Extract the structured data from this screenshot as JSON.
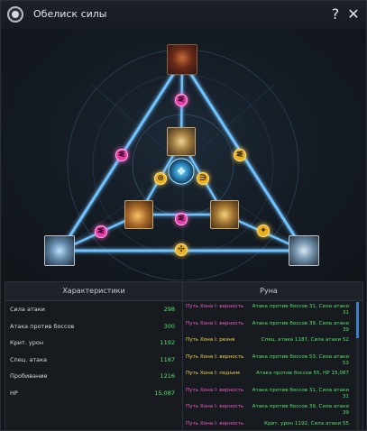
{
  "window": {
    "title": "Обелиск силы",
    "help_label": "?",
    "close_label": "✕"
  },
  "nodes": [
    {
      "name": "rune-node-left-edge-upper",
      "color": "pink",
      "glyph": "ᓬ"
    },
    {
      "name": "rune-node-left-edge-mid",
      "color": "pink",
      "glyph": "ᓬ"
    },
    {
      "name": "rune-node-left-edge-lower",
      "color": "pink",
      "glyph": "ᓬ"
    },
    {
      "name": "rune-node-inner-top",
      "color": "pink",
      "glyph": "ᓬ"
    },
    {
      "name": "rune-node-inner-left",
      "color": "gold",
      "glyph": "⊛"
    },
    {
      "name": "rune-node-inner-right",
      "color": "gold",
      "glyph": "∋"
    },
    {
      "name": "rune-node-inner-bottom",
      "color": "pink",
      "glyph": "ᓬ"
    },
    {
      "name": "rune-node-right-edge-upper",
      "color": "gold",
      "glyph": "ᓬ"
    },
    {
      "name": "rune-node-right-edge-lower",
      "color": "gold",
      "glyph": "✦"
    },
    {
      "name": "rune-node-bottom-edge",
      "color": "gold",
      "glyph": "✣"
    }
  ],
  "table": {
    "stats_header": "Характеристики",
    "runes_header": "Руна",
    "stats": [
      {
        "name": "Сила атаки",
        "value": "298"
      },
      {
        "name": "Атака против боссов",
        "value": "300"
      },
      {
        "name": "Крит. урон",
        "value": "1192"
      },
      {
        "name": "Спец. атака",
        "value": "1187"
      },
      {
        "name": "Пробивание",
        "value": "1216"
      },
      {
        "name": "HP",
        "value": "15,087"
      }
    ],
    "runes": [
      {
        "name": "Путь Хона I: верность",
        "color": "pink",
        "effect": "Атака против боссов 31, Сила атаки 31"
      },
      {
        "name": "Путь Хона I: верность",
        "color": "pink",
        "effect": "Атака против боссов 39, Сила атаки 39"
      },
      {
        "name": "Путь Хона I: резня",
        "color": "yellow",
        "effect": "Спец. атака 1187, Сила атаки 52"
      },
      {
        "name": "Путь Хона I: верность",
        "color": "yellow",
        "effect": "Атака против боссов 53, Сила атаки 53"
      },
      {
        "name": "Путь Хона I: подъем",
        "color": "yellow",
        "effect": "Атака против боссов 55, HP 15,087"
      },
      {
        "name": "Путь Хона I: верность",
        "color": "pink",
        "effect": "Атака против боссов 31, Сила атаки 31"
      },
      {
        "name": "Путь Хона I: верность",
        "color": "pink",
        "effect": "Атака против боссов 39, Сила атаки 39"
      },
      {
        "name": "Путь Хона I: верность",
        "color": "pink",
        "effect": "Крит. урон 1192, Сила атаки 55"
      }
    ]
  },
  "colors": {
    "accent_green": "#55e06a",
    "rune_pink": "#f25cc4",
    "rune_yellow": "#f2d64a",
    "line_blue": "#6fc2ff"
  }
}
